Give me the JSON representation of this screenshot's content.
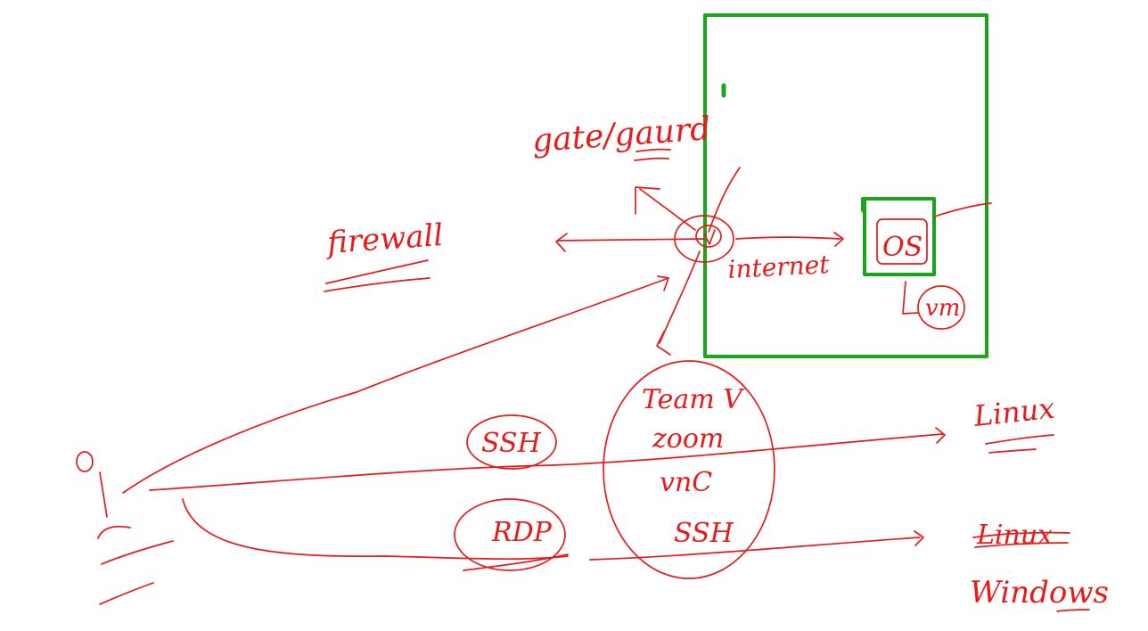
{
  "colors": {
    "ink": "#e81a1a",
    "frame": "#1aa51a",
    "background": "#ffffff"
  },
  "labels": {
    "gate_guard": "gate/gaurd",
    "firewall": "firewall",
    "internet": "internet",
    "os": "OS",
    "vm": "vm",
    "ssh": "SSH",
    "rdp": "RDP",
    "linux": "Linux",
    "windows": "Windows",
    "windows_struck": "Linux"
  },
  "tools": [
    "Team V",
    "zoom",
    "vnC",
    "SSH"
  ]
}
